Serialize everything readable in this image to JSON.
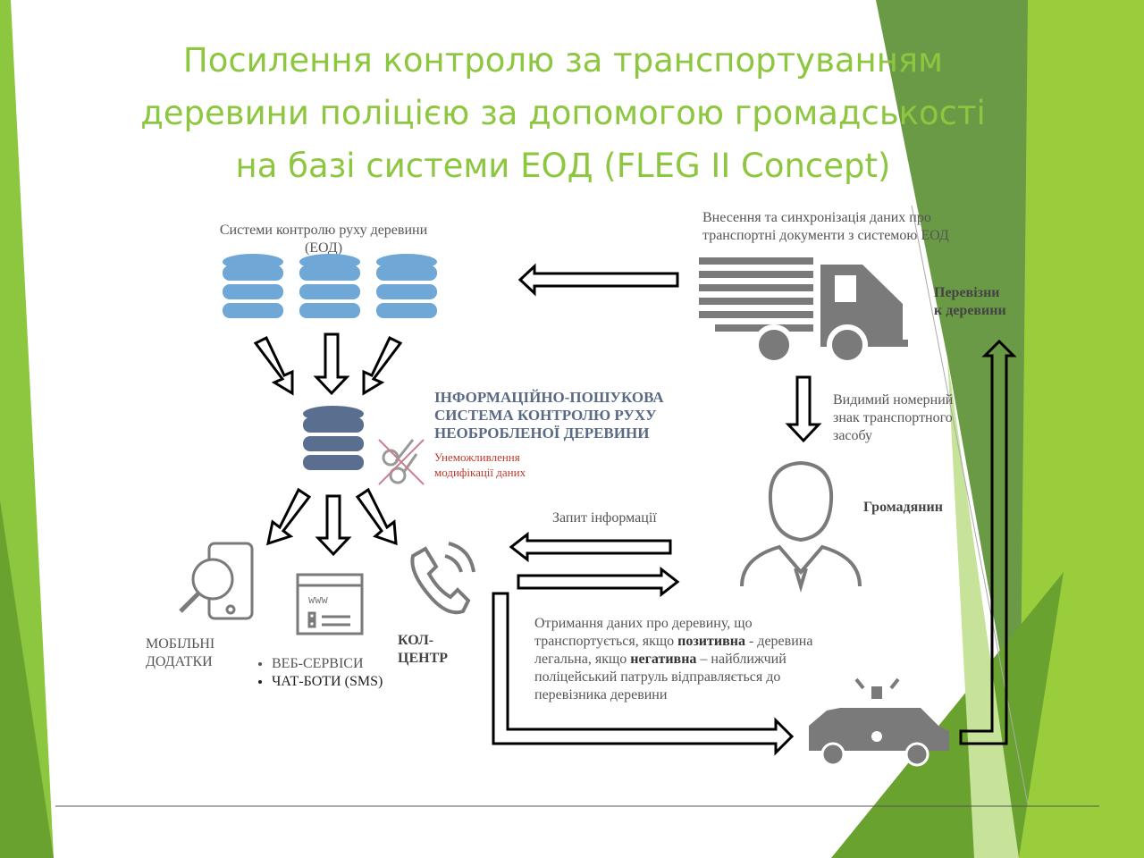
{
  "title": [
    "Посилення контролю за транспортуванням",
    "деревини поліцією за допомогою громадськості",
    "на базі системи ЕОД (FLEG II Concept)"
  ],
  "eod_label": "Системи контролю руху деревини (ЕОД)",
  "sync_label": "Внесення та синхронізація даних про транспортні документи з системою ЕОД",
  "carriers_label": [
    "Перевізни",
    "к деревини"
  ],
  "system_title": [
    "ІНФОРМАЦІЙНО-ПОШУКОВА",
    "СИСТЕМА КОНТРОЛЮ РУХУ",
    "НЕОБРОБЛЕНОЇ ДЕРЕВИНИ"
  ],
  "no_modify": [
    "Унеможливлення",
    "модифікації даних"
  ],
  "plate_label": "Видимий номерний знак транспортного засобу",
  "citizen_label": "Громадянин",
  "request_label": "Запит інформації",
  "mobile_label": [
    "МОБІЛЬНІ",
    "ДОДАТКИ"
  ],
  "web_items": [
    "ВЕБ-СЕРВІСИ",
    "ЧАТ-БОТИ (SMS)"
  ],
  "call_label": [
    "КОЛ-",
    "ЦЕНТР"
  ],
  "result_text": {
    "p1": "Отримання даних про деревину, що транспортується, якщо ",
    "pos": "позитивна",
    "p2": " - деревина легальна, якщо ",
    "neg": "негативна",
    "p3": " – найближчий поліцейський патруль відправляється до перевізника деревини"
  },
  "colors": {
    "title": "#8dc63f",
    "db_light": "#6fa8d6",
    "db_dark": "#5a6e90",
    "icon_gray": "#7a7a7a"
  }
}
